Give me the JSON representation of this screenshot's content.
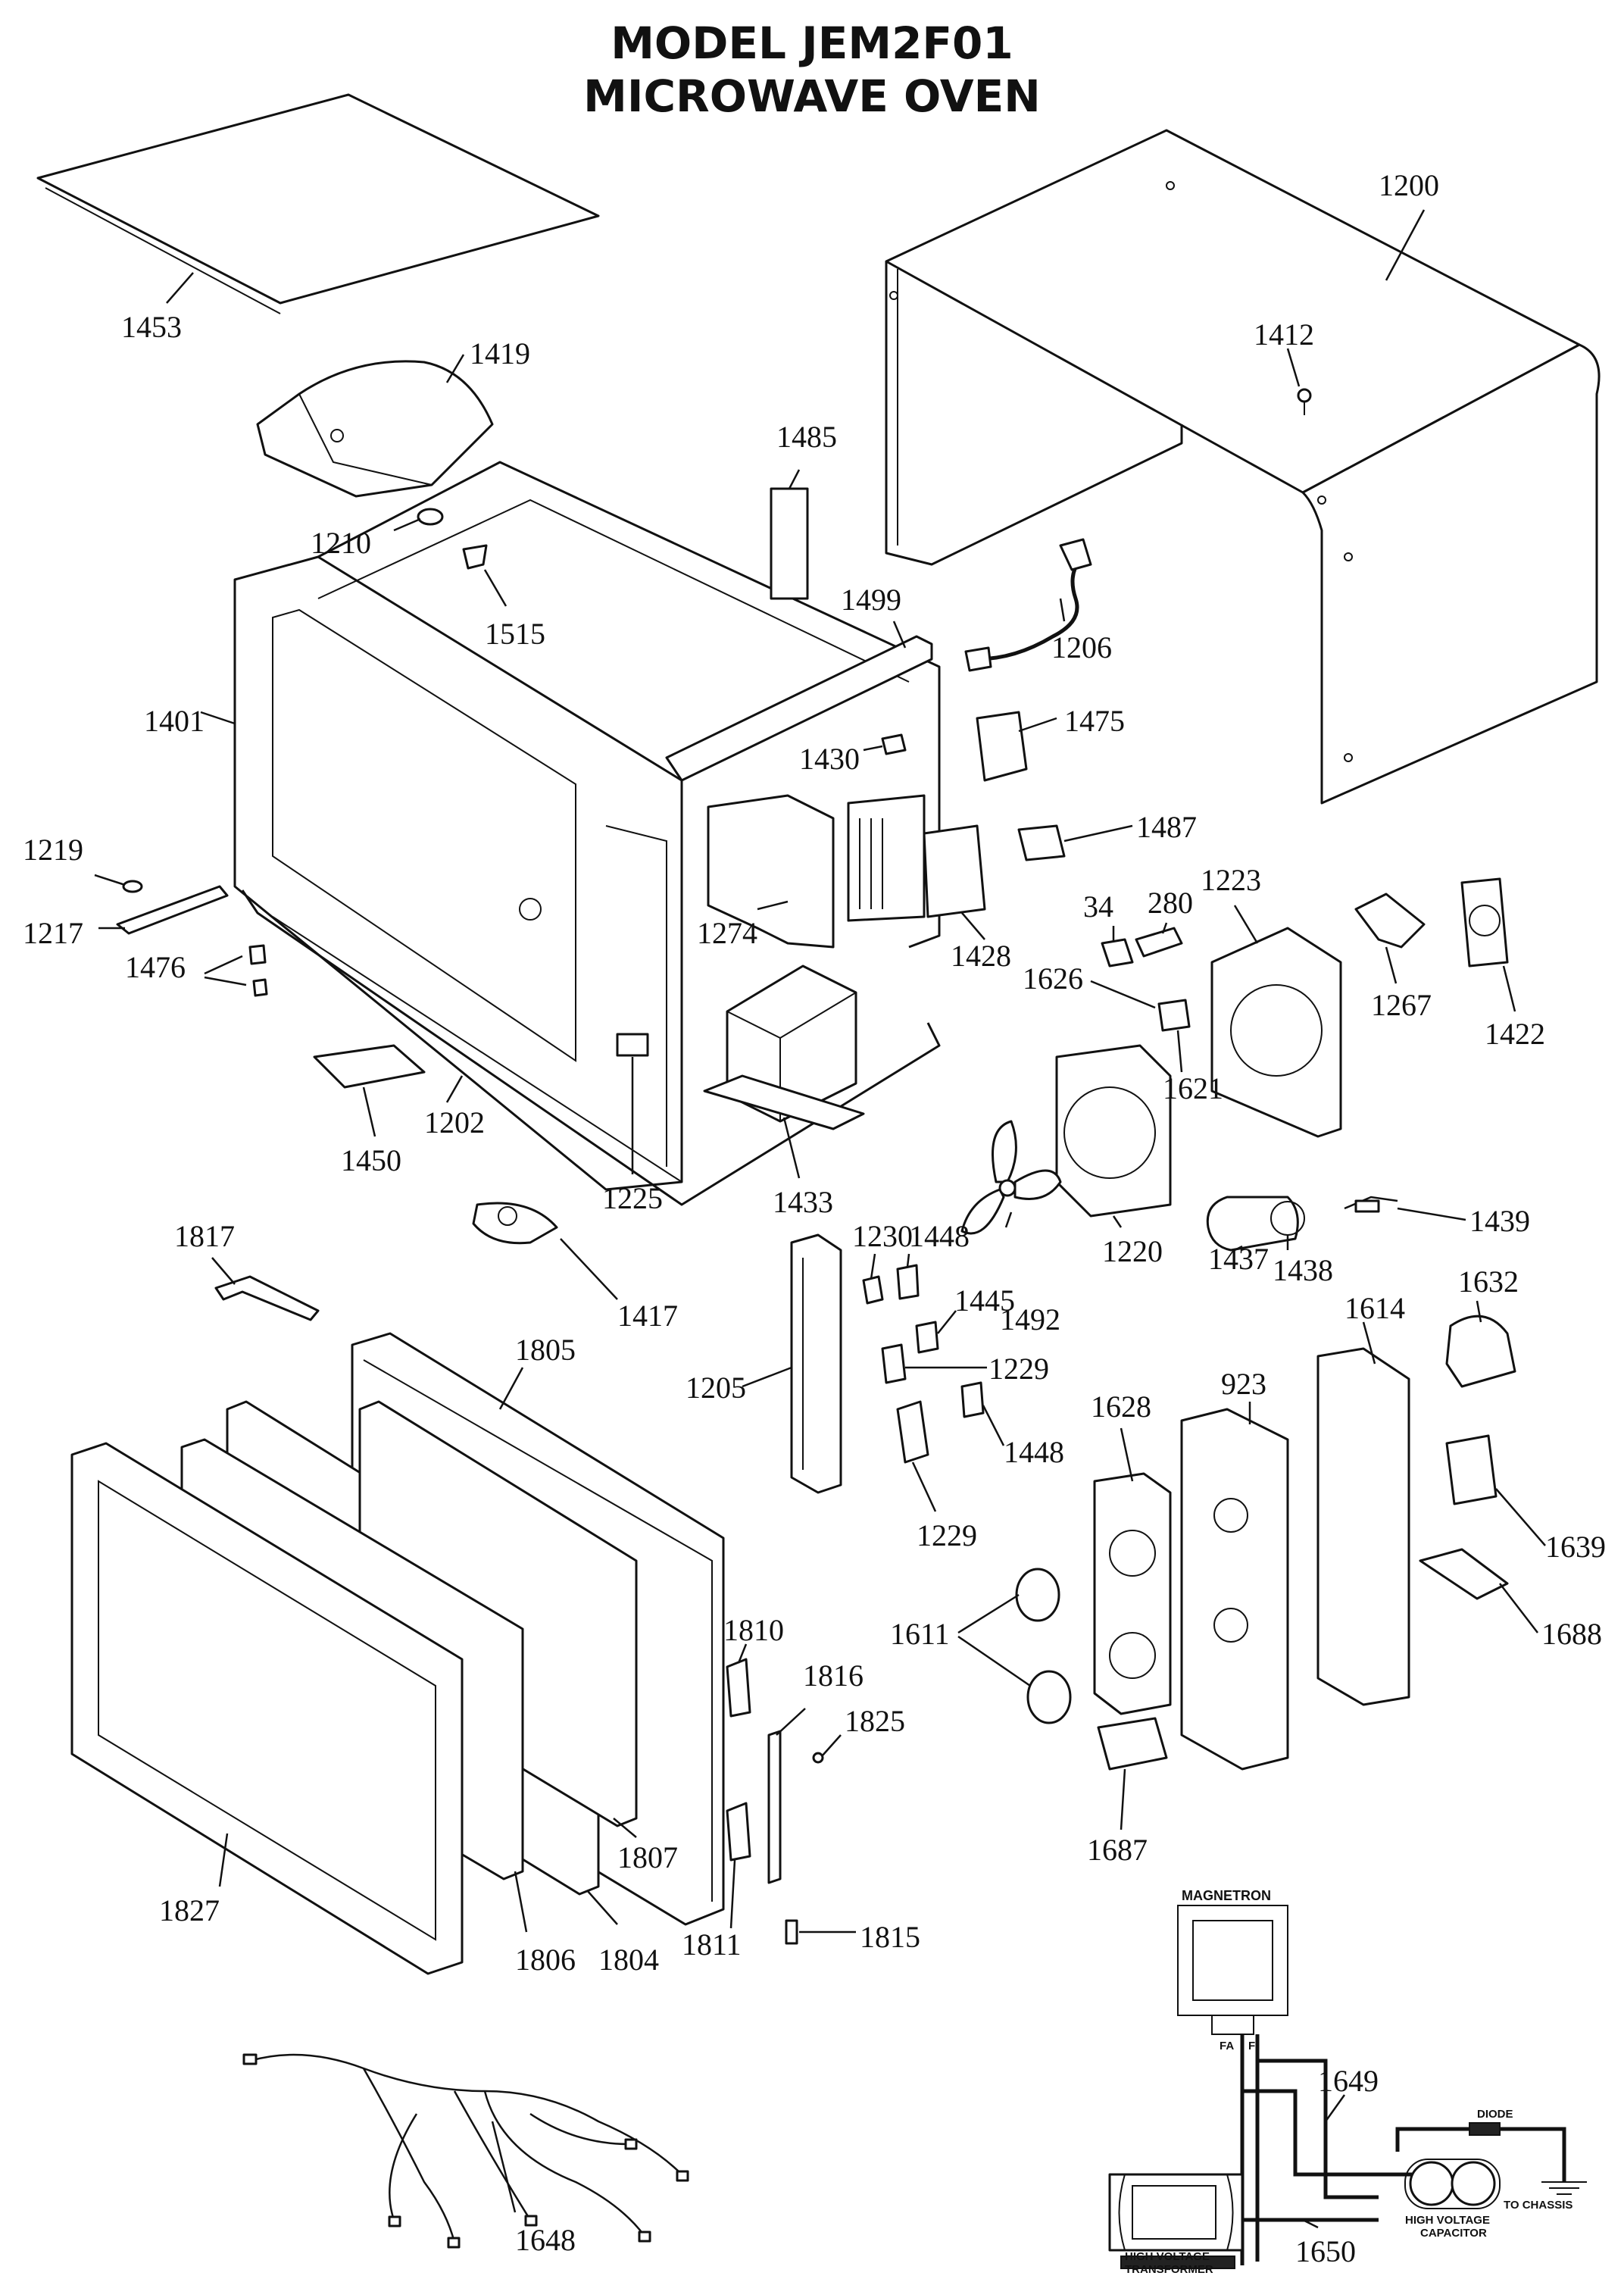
{
  "title": {
    "line1": "MODEL JEM2F01",
    "line2": "MICROWAVE OVEN"
  },
  "parts": {
    "p1200": "1200",
    "p1412": "1412",
    "p1453": "1453",
    "p1419": "1419",
    "p1485": "1485",
    "p1210": "1210",
    "p1515": "1515",
    "p1499": "1499",
    "p1206": "1206",
    "p1401": "1401",
    "p1475": "1475",
    "p1430": "1430",
    "p1487": "1487",
    "p1219": "1219",
    "p1217": "1217",
    "p1476": "1476",
    "p1274": "1274",
    "p1428": "1428",
    "p1223": "1223",
    "p34": "34",
    "p280": "280",
    "p1267": "1267",
    "p1422": "1422",
    "p1626": "1626",
    "p1621": "1621",
    "p1450": "1450",
    "p1202": "1202",
    "p1225": "1225",
    "p1433": "1433",
    "p1220": "1220",
    "p1437": "1437",
    "p1438": "1438",
    "p1439": "1439",
    "p1817": "1817",
    "p1417": "1417",
    "p1230": "1230",
    "p1448a": "1448",
    "p1445": "1445",
    "p1492": "1492",
    "p1805": "1805",
    "p1205": "1205",
    "p1229a": "1229",
    "p1448b": "1448",
    "p1229b": "1229",
    "p1614": "1614",
    "p1632": "1632",
    "p923": "923",
    "p1628": "1628",
    "p1639": "1639",
    "p1688": "1688",
    "p1611": "1611",
    "p1810": "1810",
    "p1816": "1816",
    "p1825": "1825",
    "p1807": "1807",
    "p1687": "1687",
    "p1827": "1827",
    "p1806": "1806",
    "p1804": "1804",
    "p1811": "1811",
    "p1815": "1815",
    "p1649": "1649",
    "p1648": "1648",
    "p1650": "1650"
  },
  "schematic": {
    "magnetron": "MAGNETRON",
    "fa": "FA",
    "f": "F",
    "diode": "DIODE",
    "to_chassis": "TO CHASSIS",
    "hv_capacitor_1": "HIGH VOLTAGE",
    "hv_capacitor_2": "CAPACITOR",
    "hv_transformer_1": "HIGH VOLTAGE",
    "hv_transformer_2": "TRANSFORMER"
  }
}
